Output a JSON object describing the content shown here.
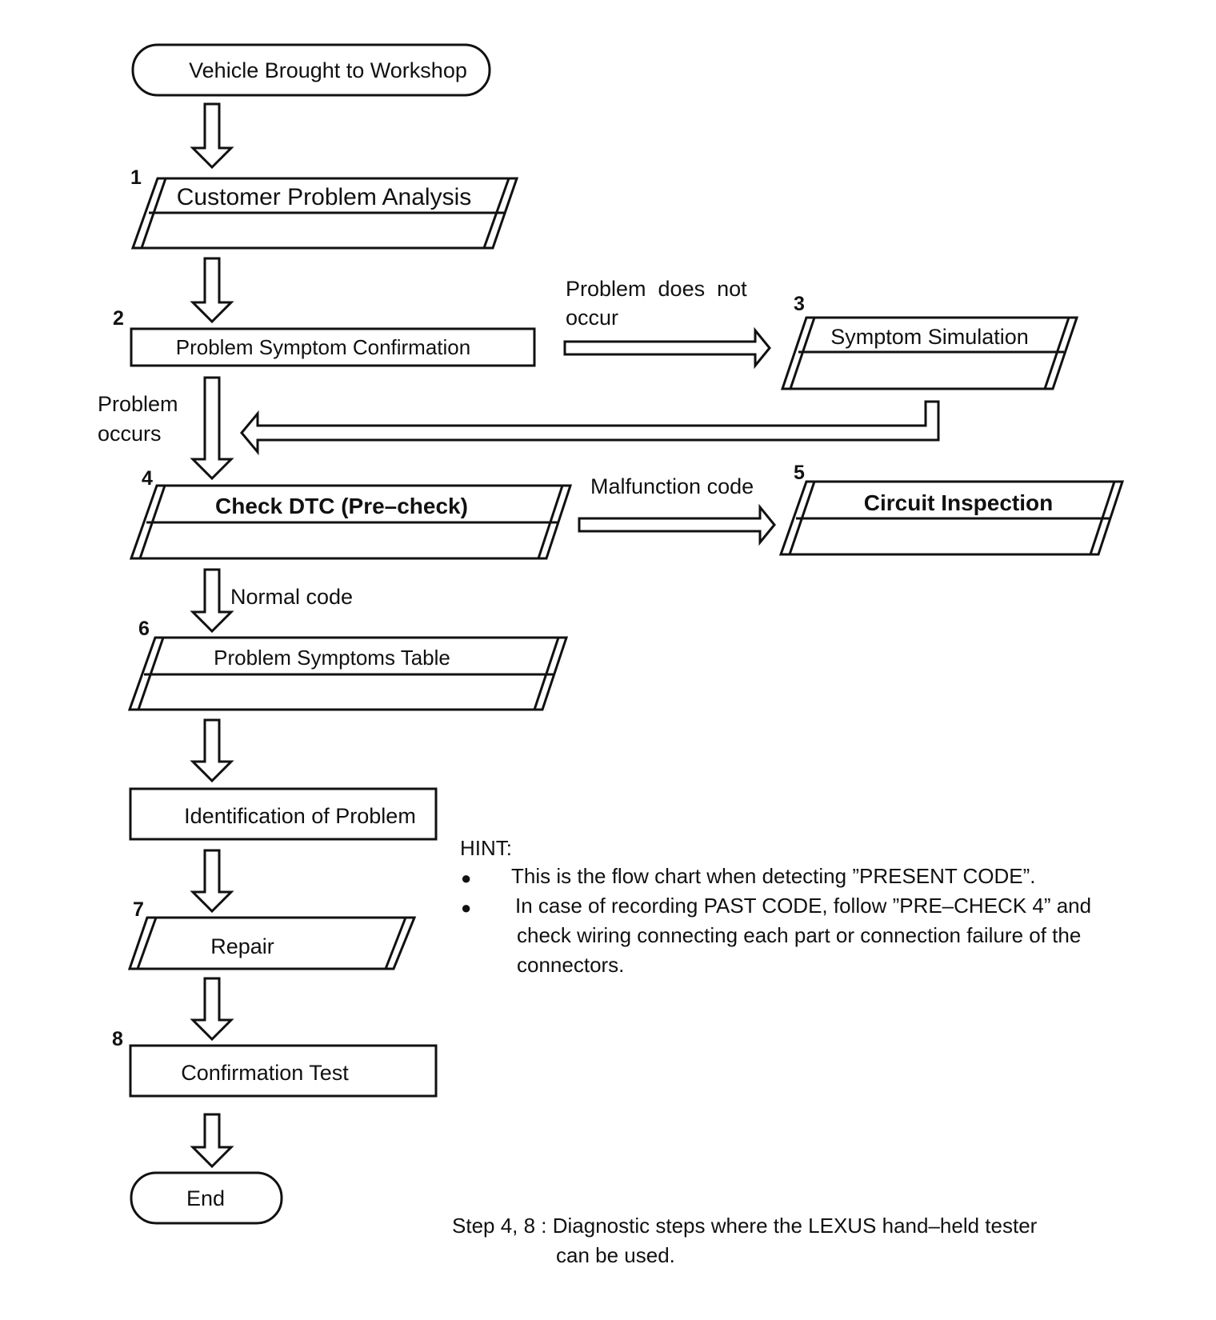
{
  "flow": {
    "start": "Vehicle Brought to Workshop",
    "step1": {
      "num": "1",
      "label": "Customer Problem Analysis"
    },
    "step2": {
      "num": "2",
      "label": "Problem Symptom Confirmation"
    },
    "step3": {
      "num": "3",
      "label": "Symptom Simulation"
    },
    "step4": {
      "num": "4",
      "label": "Check DTC (Pre–check)"
    },
    "step5": {
      "num": "5",
      "label": "Circuit Inspection"
    },
    "step6": {
      "num": "6",
      "label": "Problem Symptoms Table"
    },
    "identification": "Identification of Problem",
    "step7": {
      "num": "7",
      "label": "Repair"
    },
    "step8": {
      "num": "8",
      "label": "Confirmation Test"
    },
    "end": "End"
  },
  "branches": {
    "problem_not_occur_line1": "Problem  does  not",
    "problem_not_occur_line2": "occur",
    "problem_occurs_line1": "Problem",
    "problem_occurs_line2": "occurs",
    "malfunction_code": "Malfunction code",
    "normal_code": "Normal code"
  },
  "hint": {
    "title": "HINT:",
    "bullet": "●",
    "item1": "This is the flow chart when detecting ”PRESENT CODE”.",
    "item2_line1": "In case of recording PAST CODE, follow ”PRE–CHECK 4” and",
    "item2_line2": "check wiring connecting each part or connection failure of the",
    "item2_line3": "connectors."
  },
  "footnote": {
    "line1": "Step 4, 8 : Diagnostic steps where the LEXUS hand–held tester",
    "line2": "can be used."
  }
}
